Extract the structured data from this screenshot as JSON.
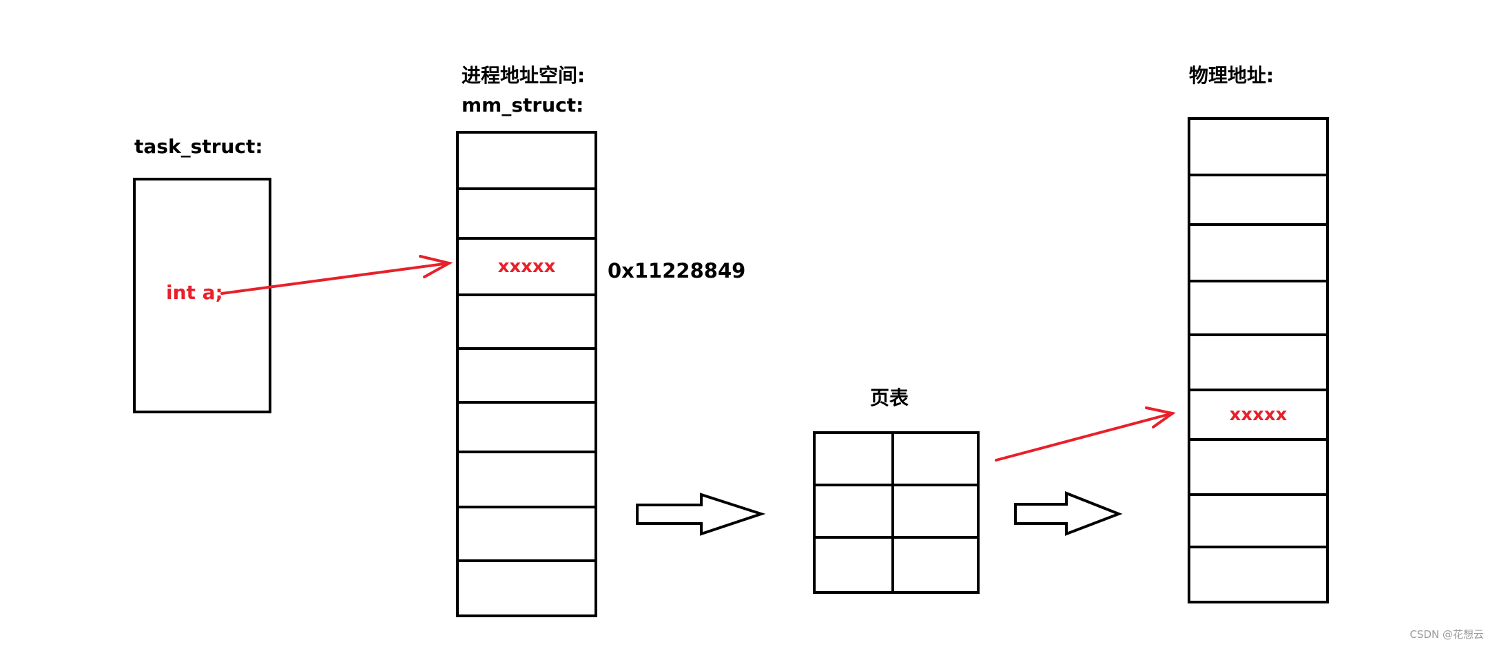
{
  "labels": {
    "task_struct": "task_struct:",
    "address_space": "进程地址空间:",
    "mm_struct": "mm_struct:",
    "page_table": "页表",
    "physical": "物理地址:",
    "address_value": "0x11228849",
    "var_decl": "int a;"
  },
  "virtual_stack": {
    "cells": [
      "",
      "",
      "xxxxx",
      "",
      "",
      "",
      "",
      "",
      ""
    ]
  },
  "physical_stack": {
    "cells": [
      "",
      "",
      "",
      "",
      "",
      "xxxxx",
      "",
      "",
      ""
    ]
  },
  "page_table_grid": {
    "rows": 3,
    "cols": 2
  },
  "colors": {
    "accent": "#e8202a",
    "stroke": "#000000"
  },
  "watermark": "CSDN @花想云"
}
